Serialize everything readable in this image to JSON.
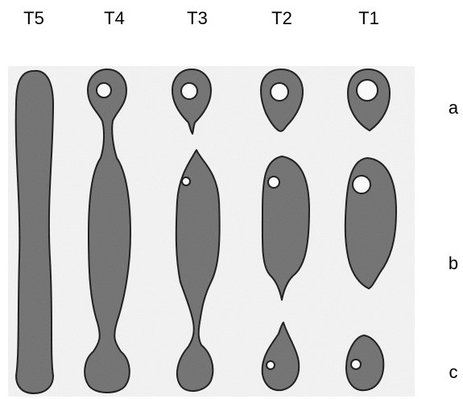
{
  "columns": [
    "T5",
    "T4",
    "T3",
    "T2",
    "T1"
  ],
  "rows": [
    "a",
    "b",
    "c"
  ],
  "colors": {
    "blob_fill": "#6e6e6e",
    "blob_outline": "#111111",
    "vacuole": "#ffffff",
    "panel": "#f6f6f6"
  }
}
